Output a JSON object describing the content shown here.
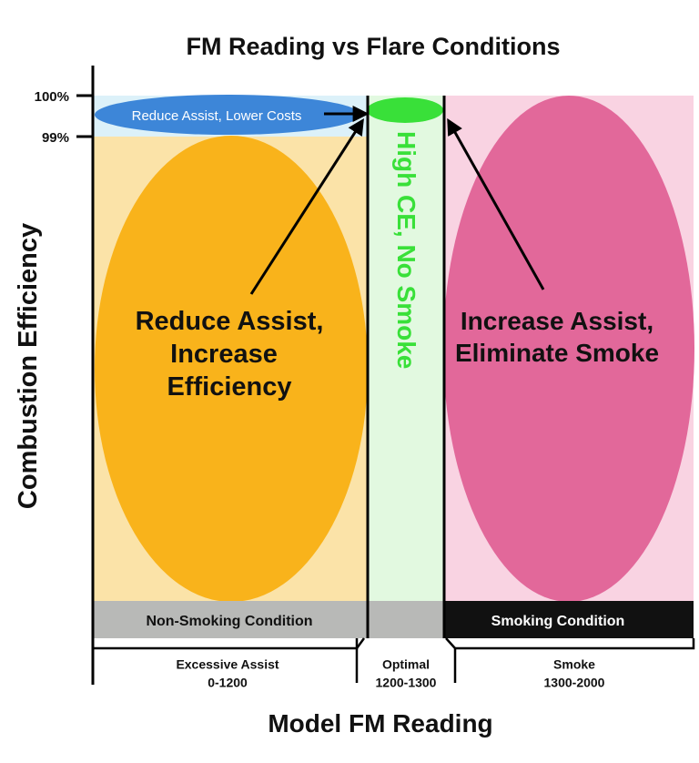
{
  "title": "FM Reading vs Flare Conditions",
  "y_axis": {
    "label": "Combustion Efficiency",
    "ticks": [
      "100%",
      "99%"
    ]
  },
  "x_axis": {
    "label": "Model FM Reading"
  },
  "zones": [
    {
      "name": "Excessive Assist",
      "range": "0-1200",
      "bubble_text": [
        "Reduce Assist,",
        "Increase",
        "Efficiency"
      ],
      "color": "#f9b31b",
      "bg_color": "#fbe3a8"
    },
    {
      "name": "Optimal",
      "range": "1200-1300",
      "bubble_text": [
        "High CE, No Smoke"
      ],
      "color": "#39e039",
      "bg_color": "#e2f9e0"
    },
    {
      "name": "Smoke",
      "range": "1300-2000",
      "bubble_text": [
        "Increase Assist,",
        "Eliminate Smoke"
      ],
      "color": "#e2689a",
      "bg_color": "#f9d3e2"
    }
  ],
  "top_band": {
    "text": "Reduce Assist, Lower Costs",
    "color": "#3d86d8",
    "bg_color": "#dcf1f9"
  },
  "condition_bars": {
    "non_smoking": {
      "text": "Non-Smoking Condition",
      "color": "#b8b9b7"
    },
    "smoking": {
      "text": "Smoking Condition",
      "color": "#111111"
    }
  }
}
